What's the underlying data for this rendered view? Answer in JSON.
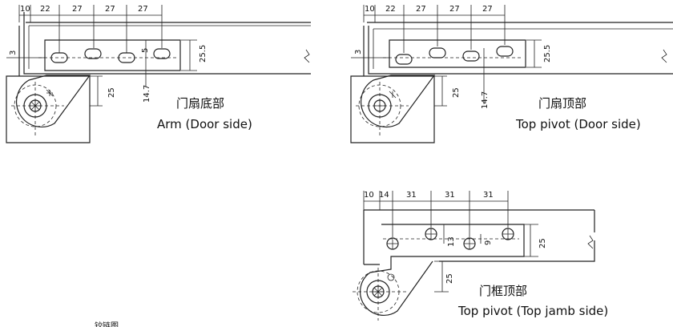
{
  "fig_arm": {
    "dims": {
      "d1": "10",
      "d2": "22",
      "d3": "27",
      "d4": "27",
      "d5": "27",
      "left": "3",
      "mid": "5",
      "right": "25.5",
      "v1": "25",
      "v2": "14.7"
    },
    "caption_cn": "门扇底部",
    "caption_en": "Arm (Door side)"
  },
  "fig_top_door": {
    "dims": {
      "d1": "10",
      "d2": "22",
      "d3": "27",
      "d4": "27",
      "d5": "27",
      "left": "3",
      "right": "25.5",
      "v1": "25",
      "v2": "14.7"
    },
    "caption_cn": "门扇顶部",
    "caption_en": "Top pivot (Door side)"
  },
  "fig_top_jamb": {
    "dims": {
      "d1": "10",
      "d2": "14",
      "d3": "31",
      "d4": "31",
      "d5": "31",
      "m1": "13",
      "m2": "9",
      "right": "25",
      "v1": "25"
    },
    "caption_cn": "门框顶部",
    "caption_en": "Top pivot (Top jamb side)"
  },
  "bottom_left_label": "铰链图"
}
